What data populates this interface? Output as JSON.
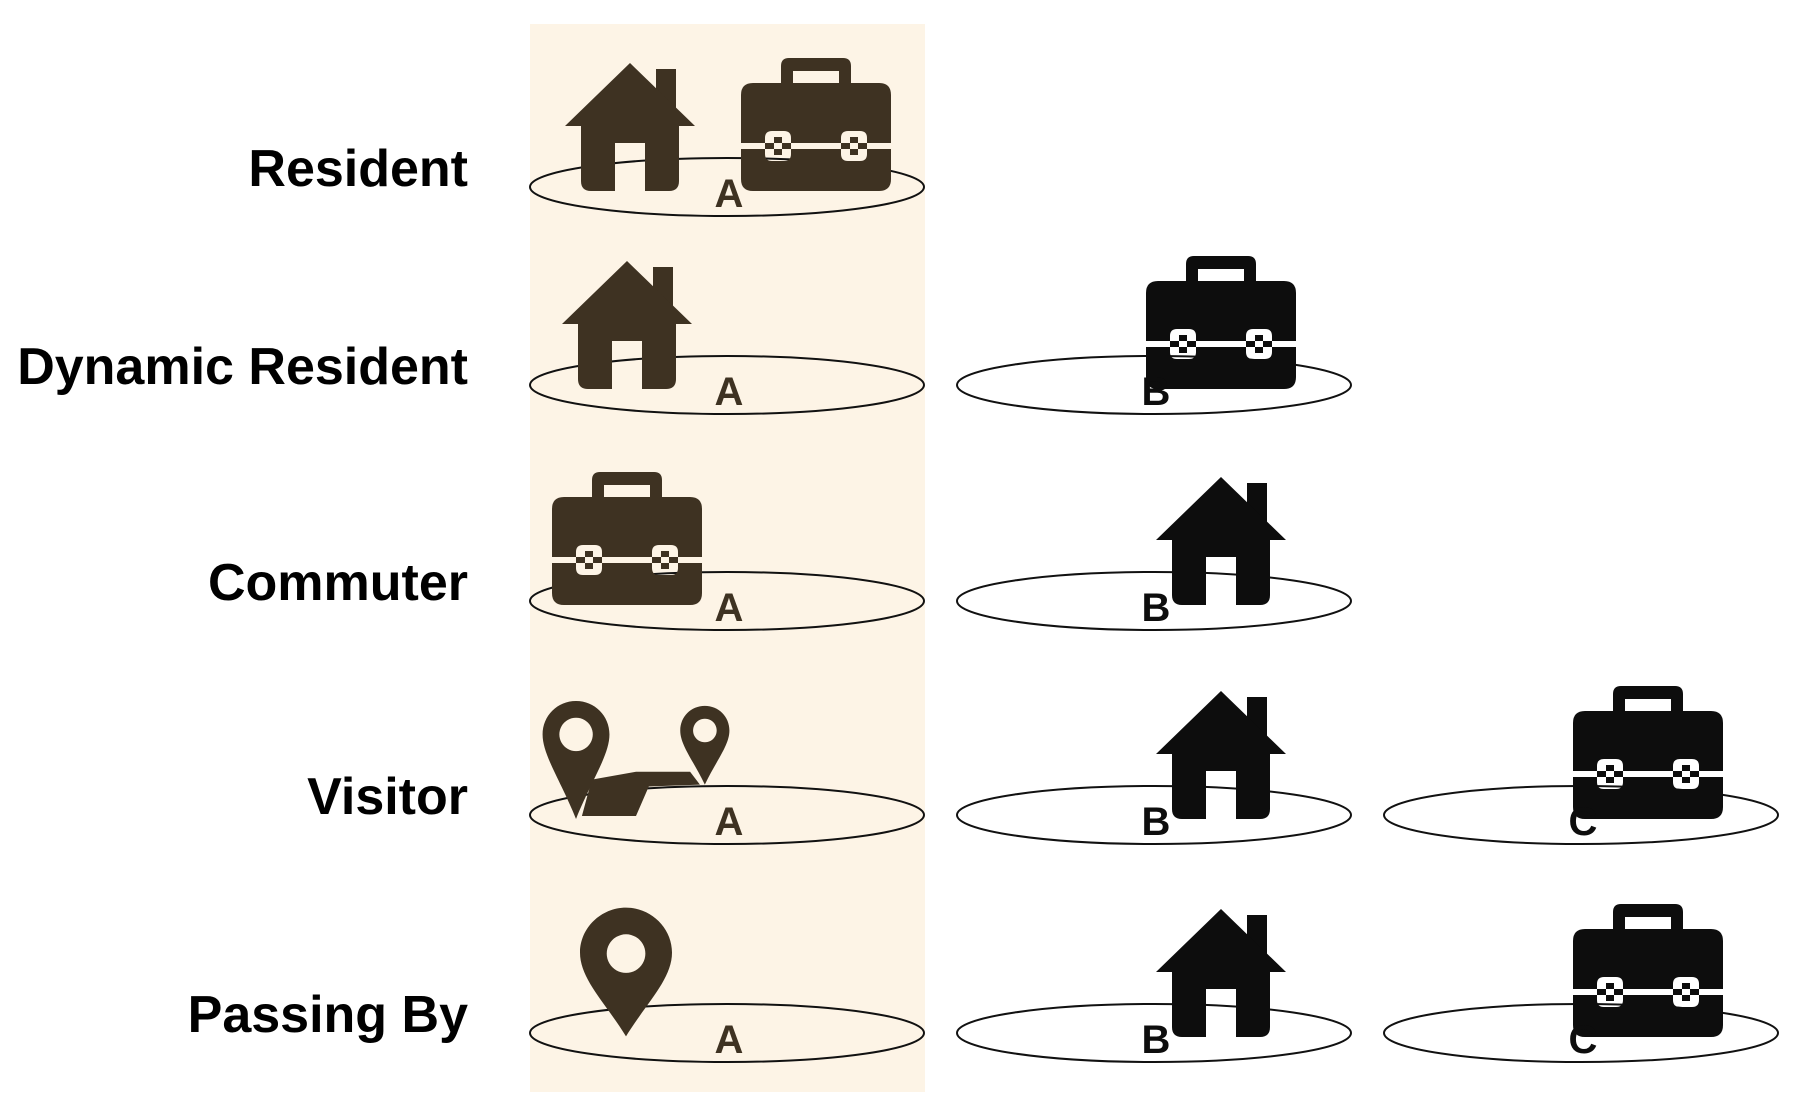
{
  "colors": {
    "highlight_column": "#fdf4e6",
    "highlight_icon": "#3e3222",
    "icon": "#0d0d0d",
    "ellipse_stroke": "#111111"
  },
  "icon_names": [
    "house-icon",
    "briefcase-icon",
    "location-pin-icon",
    "route-icon"
  ],
  "rows": [
    {
      "label": "Resident",
      "zones": [
        {
          "letter": "A",
          "icons": [
            "house-icon",
            "briefcase-icon"
          ]
        }
      ]
    },
    {
      "label": "Dynamic Resident",
      "zones": [
        {
          "letter": "A",
          "icons": [
            "house-icon"
          ]
        },
        {
          "letter": "B",
          "icons": [
            "briefcase-icon"
          ]
        }
      ]
    },
    {
      "label": "Commuter",
      "zones": [
        {
          "letter": "A",
          "icons": [
            "briefcase-icon"
          ]
        },
        {
          "letter": "B",
          "icons": [
            "house-icon"
          ]
        }
      ]
    },
    {
      "label": "Visitor",
      "zones": [
        {
          "letter": "A",
          "icons": [
            "route-icon"
          ]
        },
        {
          "letter": "B",
          "icons": [
            "house-icon"
          ]
        },
        {
          "letter": "C",
          "icons": [
            "briefcase-icon"
          ]
        }
      ]
    },
    {
      "label": "Passing By",
      "zones": [
        {
          "letter": "A",
          "icons": [
            "location-pin-icon"
          ]
        },
        {
          "letter": "B",
          "icons": [
            "house-icon"
          ]
        },
        {
          "letter": "C",
          "icons": [
            "briefcase-icon"
          ]
        }
      ]
    }
  ]
}
